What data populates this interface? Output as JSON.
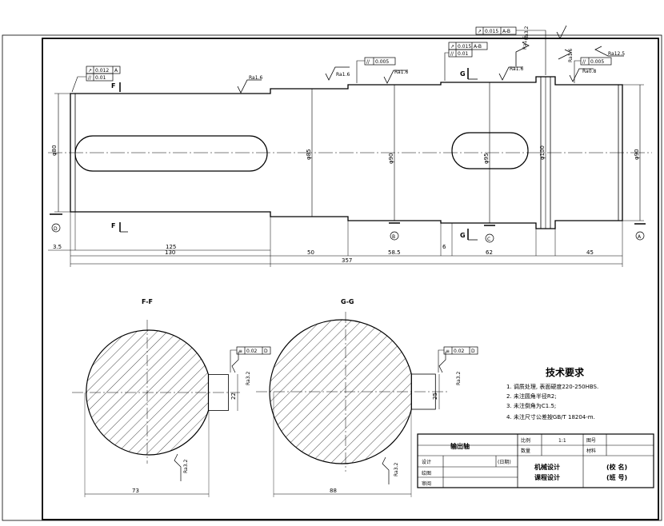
{
  "main_view": {
    "roughness": [
      "Ra1.6",
      "Ra1.6",
      "Ra1.6",
      "Ra1.6",
      "Ra1.6",
      "Ra1.6",
      "Ra0.8",
      "Ra12.5",
      "Ra3.2"
    ],
    "tolerance_frames": [
      {
        "symbol": "↗",
        "value": "0.012",
        "datum": "A"
      },
      {
        "symbol": "//",
        "value": "0.01",
        "datum": ""
      },
      {
        "symbol": "//",
        "value": "0.005",
        "datum": ""
      },
      {
        "symbol": "↗",
        "value": "0.015",
        "datum": "A-B"
      },
      {
        "symbol": "//",
        "value": "0.01",
        "datum": ""
      },
      {
        "symbol": "↗",
        "value": "0.015",
        "datum": "A-B"
      },
      {
        "symbol": "//",
        "value": "0.005",
        "datum": ""
      }
    ],
    "section_marks": [
      "F",
      "F",
      "G",
      "G"
    ],
    "datum_labels": [
      "D",
      "B",
      "C",
      "A"
    ],
    "diameters": [
      "φ80",
      "φ85",
      "φ90",
      "φ95",
      "φ100",
      "φ90"
    ],
    "dims_top_row": [
      "3.5",
      "125",
      "50",
      "58.5",
      "6",
      "62",
      "45"
    ],
    "dims_overall": [
      "130",
      "357"
    ]
  },
  "section_ff": {
    "label": "F-F",
    "dim_depth": "73",
    "dim_width": "22",
    "roughness_key": "Ra3.2",
    "roughness_body": "Ra3.2",
    "tolerance": {
      "symbol": "≡",
      "value": "0.02",
      "datum": "D"
    }
  },
  "section_gg": {
    "label": "G-G",
    "dim_depth": "88",
    "dim_width": "25",
    "roughness_key": "Ra3.2",
    "roughness_body": "Ra3.2",
    "tolerance": {
      "symbol": "≡",
      "value": "0.02",
      "datum": "D"
    }
  },
  "tech_requirements": {
    "title": "技术要求",
    "items": [
      "1. 调质处理, 表面硬度220-250HBS.",
      "2. 未注圆角半径R2;",
      "3. 未注倒角为C1.5;",
      "4. 未注尺寸公差按GB/T 18204-m."
    ]
  },
  "title_block": {
    "part_name": "输出轴",
    "label_scale": "比例",
    "scale": "1:1",
    "label_drawing_no": "图号",
    "label_quantity": "数量",
    "label_material": "材料",
    "label_designer": "设计",
    "label_date": "(日期)",
    "label_drawer": "绘图",
    "label_reviewer": "审阅",
    "course_line1": "机械设计",
    "course_line2": "课程设计",
    "school": "(校 名)",
    "class_no": "(班 号)"
  }
}
